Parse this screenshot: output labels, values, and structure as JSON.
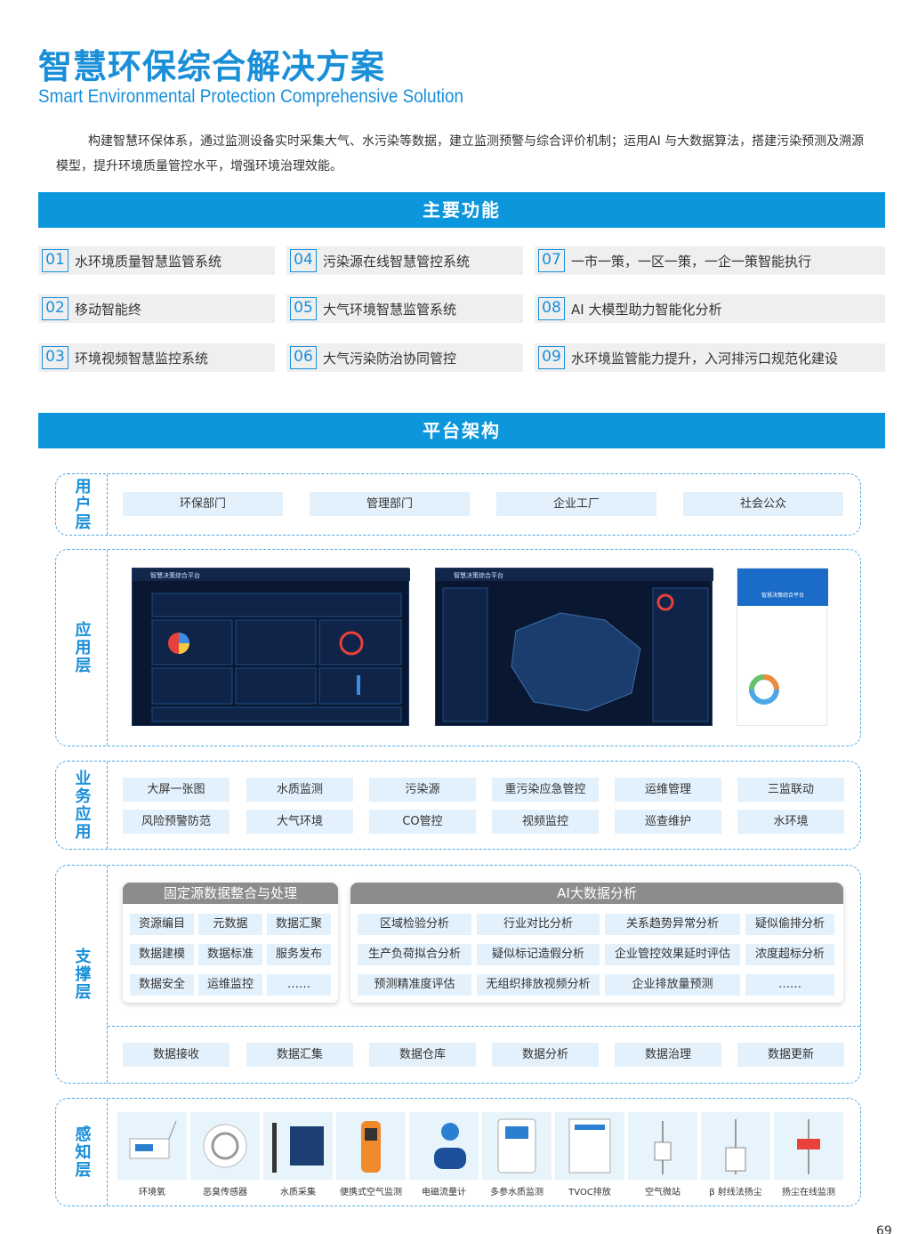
{
  "title_cn": "智慧环保综合解决方案",
  "title_en": "Smart Environmental Protection Comprehensive Solution",
  "intro": "构建智慧环保体系，通过监测设备实时采集大气、水污染等数据，建立监测预警与综合评价机制；运用AI 与大数据算法，搭建污染预测及溯源模型，提升环境质量管控水平，增强环境治理效能。",
  "functions_title": "主要功能",
  "functions": [
    {
      "num": "01",
      "label": "水环境质量智慧监管系统"
    },
    {
      "num": "02",
      "label": "移动智能终"
    },
    {
      "num": "03",
      "label": "环境视频智慧监控系统"
    },
    {
      "num": "04",
      "label": "污染源在线智慧管控系统"
    },
    {
      "num": "05",
      "label": "大气环境智慧监管系统"
    },
    {
      "num": "06",
      "label": "大气污染防治协同管控"
    },
    {
      "num": "07",
      "label": "一市一策，一区一策，一企一策智能执行"
    },
    {
      "num": "08",
      "label": "AI 大模型助力智能化分析"
    },
    {
      "num": "09",
      "label": "水环境监管能力提升，入河排污口规范化建设"
    }
  ],
  "arch_title": "平台架构",
  "layers": {
    "user": {
      "label": "用户层",
      "items": [
        "环保部门",
        "管理部门",
        "企业工厂",
        "社会公众"
      ]
    },
    "app": {
      "label": "应用层",
      "screen1_title": "智慧决策综合平台",
      "screen2_title": "智慧决策综合平台",
      "phone_title": "智慧决策综合平台"
    },
    "biz": {
      "label": "业务应用",
      "items": [
        "大屏一张图",
        "水质监测",
        "污染源",
        "重污染应急管控",
        "运维管理",
        "三监联动",
        "风险预警防范",
        "大气环境",
        "CO管控",
        "视频监控",
        "巡查维护",
        "水环境"
      ]
    },
    "support": {
      "label": "支撑层",
      "left_title": "固定源数据整合与处理",
      "left_items": [
        "资源编目",
        "元数据",
        "数据汇聚",
        "数据建模",
        "数据标准",
        "服务发布",
        "数据安全",
        "运维监控",
        "……"
      ],
      "right_title": "AI大数据分析",
      "right_items": [
        "区域检验分析",
        "行业对比分析",
        "关系趋势异常分析",
        "疑似偷排分析",
        "生产负荷拟合分析",
        "疑似标记造假分析",
        "企业管控效果延时评估",
        "浓度超标分析",
        "预测精准度评估",
        "无组织排放视频分析",
        "企业排放量预测",
        "……"
      ],
      "bottom_items": [
        "数据接收",
        "数据汇集",
        "数据仓库",
        "数据分析",
        "数据治理",
        "数据更新"
      ]
    },
    "sense": {
      "label": "感知层",
      "items": [
        "环境氧",
        "恶臭传感器",
        "水质采集",
        "便携式空气监测",
        "电磁流量计",
        "多参水质监测",
        "TVOC排放",
        "空气微站",
        "β 射线法扬尘",
        "扬尘在线监测"
      ]
    }
  },
  "page_number": "69",
  "colors": {
    "accent": "#0c96dc",
    "chip": "#e3f1fc",
    "screen_bg": "#0a1730"
  }
}
